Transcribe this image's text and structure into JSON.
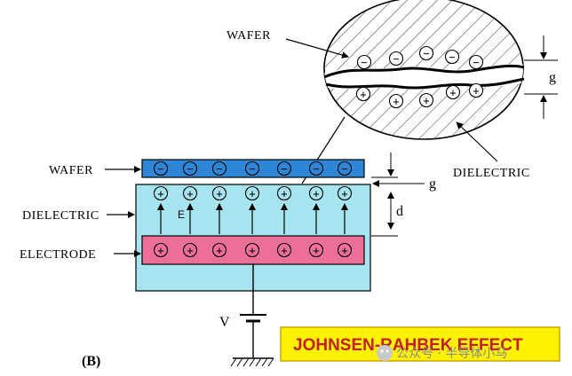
{
  "labels": {
    "wafer_main": "WAFER",
    "dielectric_main": "DIELECTRIC",
    "electrode": "ELECTRODE",
    "wafer_zoom": "WAFER",
    "dielectric_zoom": "DIELECTRIC",
    "gap_main": "g",
    "gap_zoom": "g",
    "thickness": "d",
    "field": "E",
    "voltage": "V",
    "figure_tag": "(B)"
  },
  "title_panel": {
    "text": "JOHNSEN-RAHBEK EFFECT"
  },
  "watermark": {
    "text": "公众号 · 半导体小马"
  },
  "charges": {
    "negative": "−",
    "positive": "+"
  },
  "colors": {
    "wafer_fill": "#2f86d6",
    "dielectric_fill": "#a6e4ef",
    "electrode_fill": "#ec6f97",
    "panel_fill": "#fff200",
    "panel_text": "#c0202a"
  }
}
